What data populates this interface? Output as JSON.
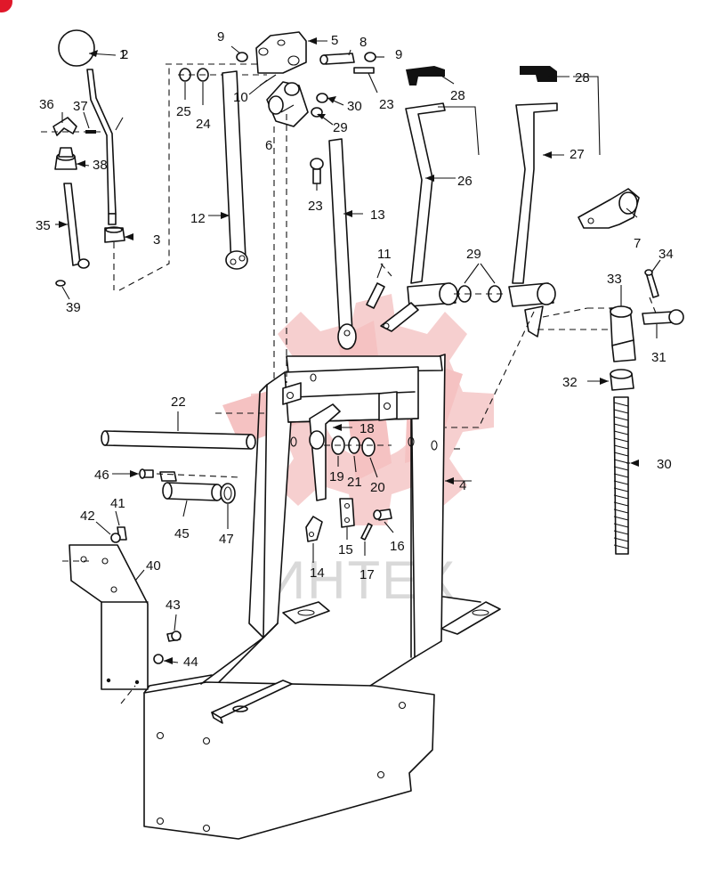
{
  "diagram": {
    "watermark_text": "ИНТЕХ",
    "parts": [
      {
        "label": "1"
      },
      {
        "label": "2"
      },
      {
        "label": "3"
      },
      {
        "label": "4"
      },
      {
        "label": "5"
      },
      {
        "label": "6"
      },
      {
        "label": "7"
      },
      {
        "label": "8"
      },
      {
        "label": "9"
      },
      {
        "label": "9"
      },
      {
        "label": "10"
      },
      {
        "label": "11"
      },
      {
        "label": "12"
      },
      {
        "label": "13"
      },
      {
        "label": "14"
      },
      {
        "label": "15"
      },
      {
        "label": "16"
      },
      {
        "label": "17"
      },
      {
        "label": "18"
      },
      {
        "label": "19"
      },
      {
        "label": "20"
      },
      {
        "label": "21"
      },
      {
        "label": "22"
      },
      {
        "label": "23"
      },
      {
        "label": "23"
      },
      {
        "label": "24"
      },
      {
        "label": "25"
      },
      {
        "label": "26"
      },
      {
        "label": "27"
      },
      {
        "label": "28"
      },
      {
        "label": "28"
      },
      {
        "label": "29"
      },
      {
        "label": "29"
      },
      {
        "label": "30"
      },
      {
        "label": "30"
      },
      {
        "label": "31"
      },
      {
        "label": "32"
      },
      {
        "label": "33"
      },
      {
        "label": "34"
      },
      {
        "label": "35"
      },
      {
        "label": "36"
      },
      {
        "label": "37"
      },
      {
        "label": "38"
      },
      {
        "label": "39"
      },
      {
        "label": "40"
      },
      {
        "label": "41"
      },
      {
        "label": "42"
      },
      {
        "label": "43"
      },
      {
        "label": "44"
      },
      {
        "label": "45"
      },
      {
        "label": "46"
      },
      {
        "label": "47"
      }
    ]
  },
  "colors": {
    "line": "#111111",
    "watermark": "#f3c4c4",
    "corner_badge": "#e0182a"
  }
}
